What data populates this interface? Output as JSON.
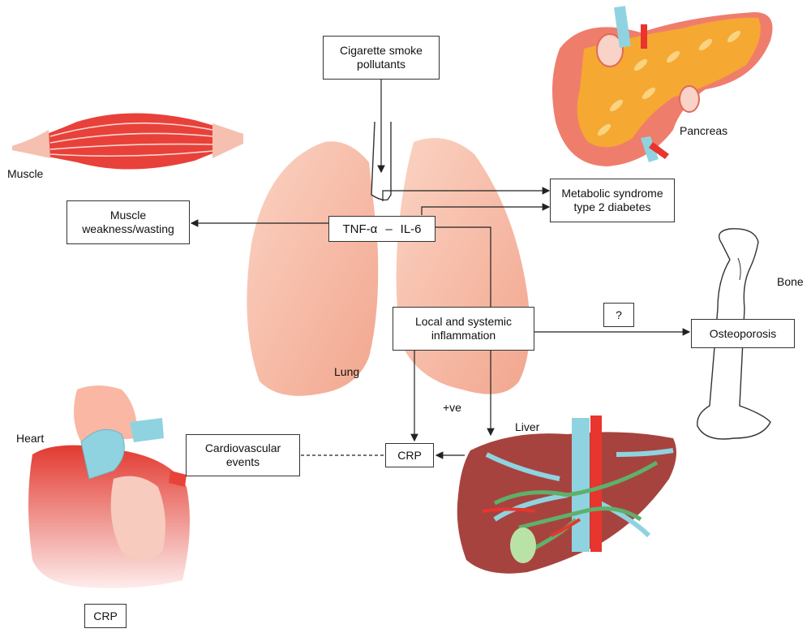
{
  "boxes": {
    "smoke": {
      "line1": "Cigarette smoke",
      "line2": "pollutants"
    },
    "muscle_weakness": {
      "line1": "Muscle",
      "line2": "weakness/wasting"
    },
    "tnf": "TNF-α",
    "dash": "–",
    "il6": "IL-6",
    "metabolic": {
      "line1": "Metabolic syndrome",
      "line2": "type 2 diabetes"
    },
    "inflammation": {
      "line1": "Local and systemic",
      "line2": "inflammation"
    },
    "question": "?",
    "osteoporosis": "Osteoporosis",
    "cardio": {
      "line1": "Cardiovascular",
      "line2": "events"
    },
    "crp_main": "CRP",
    "crp_bottom": "CRP"
  },
  "labels": {
    "muscle": "Muscle",
    "pancreas": "Pancreas",
    "bone": "Bone",
    "lung": "Lung",
    "heart": "Heart",
    "liver": "Liver",
    "plus_ve": "+ve"
  },
  "colors": {
    "muscle": "#e8413a",
    "lung": "#f6b8a2",
    "pancreas_orange": "#f5a832",
    "pancreas_pink": "#ef7d6c",
    "liver": "#a7433e",
    "vessel_blue": "#8fd3e0",
    "vessel_red": "#e8352e",
    "bile_green": "#5fb06a",
    "heart_red": "#e8433a"
  }
}
